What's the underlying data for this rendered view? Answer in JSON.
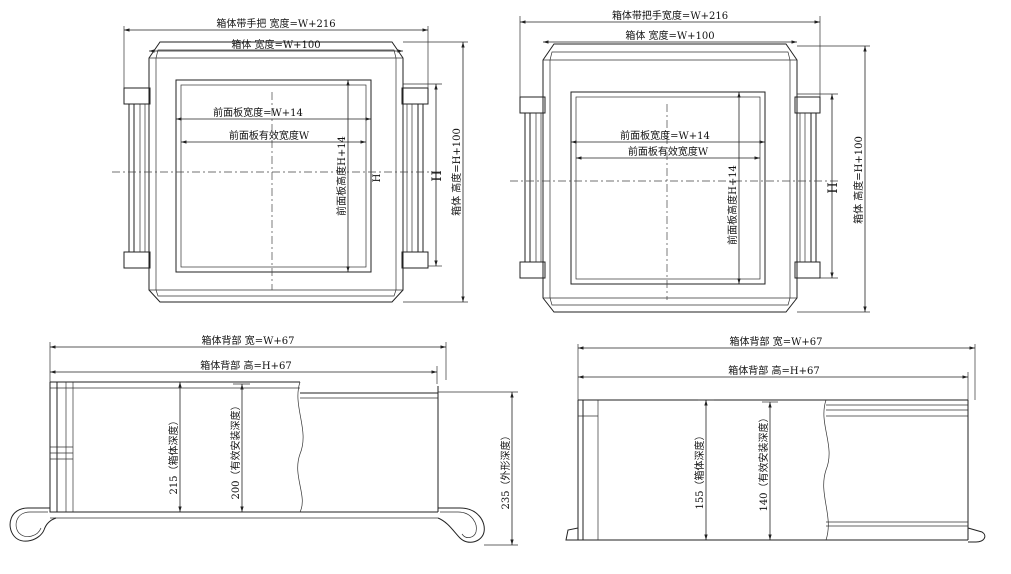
{
  "views": {
    "top_left": {
      "width_with_handles": "箱体带手把 宽度=W+216",
      "box_width": "箱体 宽度=W+100",
      "front_panel_width": "前面板宽度=W+14",
      "front_panel_effective_width": "前面板有效宽度W",
      "front_panel_height": "前面板高度H+14",
      "effective_height": "H",
      "box_height": "箱体 高度=H+100"
    },
    "top_right": {
      "width_with_handles": "箱体带把手宽度=W+216",
      "box_width": "箱体 宽度=W+100",
      "front_panel_width": "前面板宽度=W+14",
      "front_panel_effective_width": "前面板有效宽度W",
      "front_panel_height": "前面板高度H+14",
      "effective_height": "H",
      "box_height": "箱体 高度=H+100"
    },
    "bottom_left": {
      "back_width": "箱体背部 宽=W+67",
      "back_height": "箱体背部 高=H+67",
      "box_depth": "215（箱体深度）",
      "effective_depth": "200（有效安装深度）",
      "outer_depth": "235（外形深度）"
    },
    "bottom_right": {
      "back_width": "箱体背部 宽=W+67",
      "back_height": "箱体背部 高=H+67",
      "box_depth": "155（箱体深度）",
      "effective_depth": "140（有效安装深度）"
    }
  }
}
